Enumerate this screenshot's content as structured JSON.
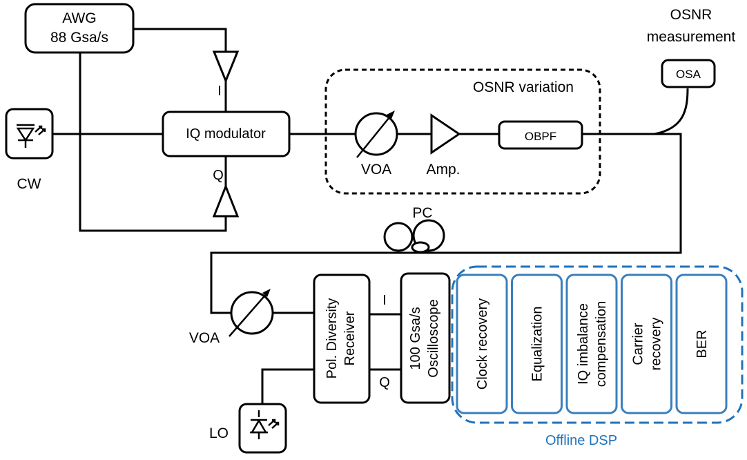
{
  "blocks": {
    "awg_line1": "AWG",
    "awg_line2": "88 Gsa/s",
    "iq_modulator": "IQ modulator",
    "obpf": "OBPF",
    "osa": "OSA",
    "rx_line1": "Pol. Diversity",
    "rx_line2": "Receiver",
    "scope_line1": "100 Gsa/s",
    "scope_line2": "Oscilloscope"
  },
  "labels": {
    "osnr_measurement_line1": "OSNR",
    "osnr_measurement_line2": "measurement",
    "osnr_variation": "OSNR variation",
    "i_tx": "I",
    "q_tx": "Q",
    "i_rx": "I",
    "q_rx": "Q",
    "cw": "CW",
    "voa_tx": "VOA",
    "amp": "Amp.",
    "pc": "PC",
    "voa_rx": "VOA",
    "lo": "LO"
  },
  "dsp": {
    "title": "Offline DSP",
    "stages": [
      {
        "lines": [
          "Clock recovery"
        ]
      },
      {
        "lines": [
          "Equalization"
        ]
      },
      {
        "lines": [
          "IQ imbalance",
          "compensation"
        ]
      },
      {
        "lines": [
          "Carrier",
          "recovery"
        ]
      },
      {
        "lines": [
          "BER"
        ]
      }
    ]
  },
  "colors": {
    "line": "#000000",
    "dsp_blue": "#1e73be",
    "dsp_box": "#3a7fbd"
  }
}
